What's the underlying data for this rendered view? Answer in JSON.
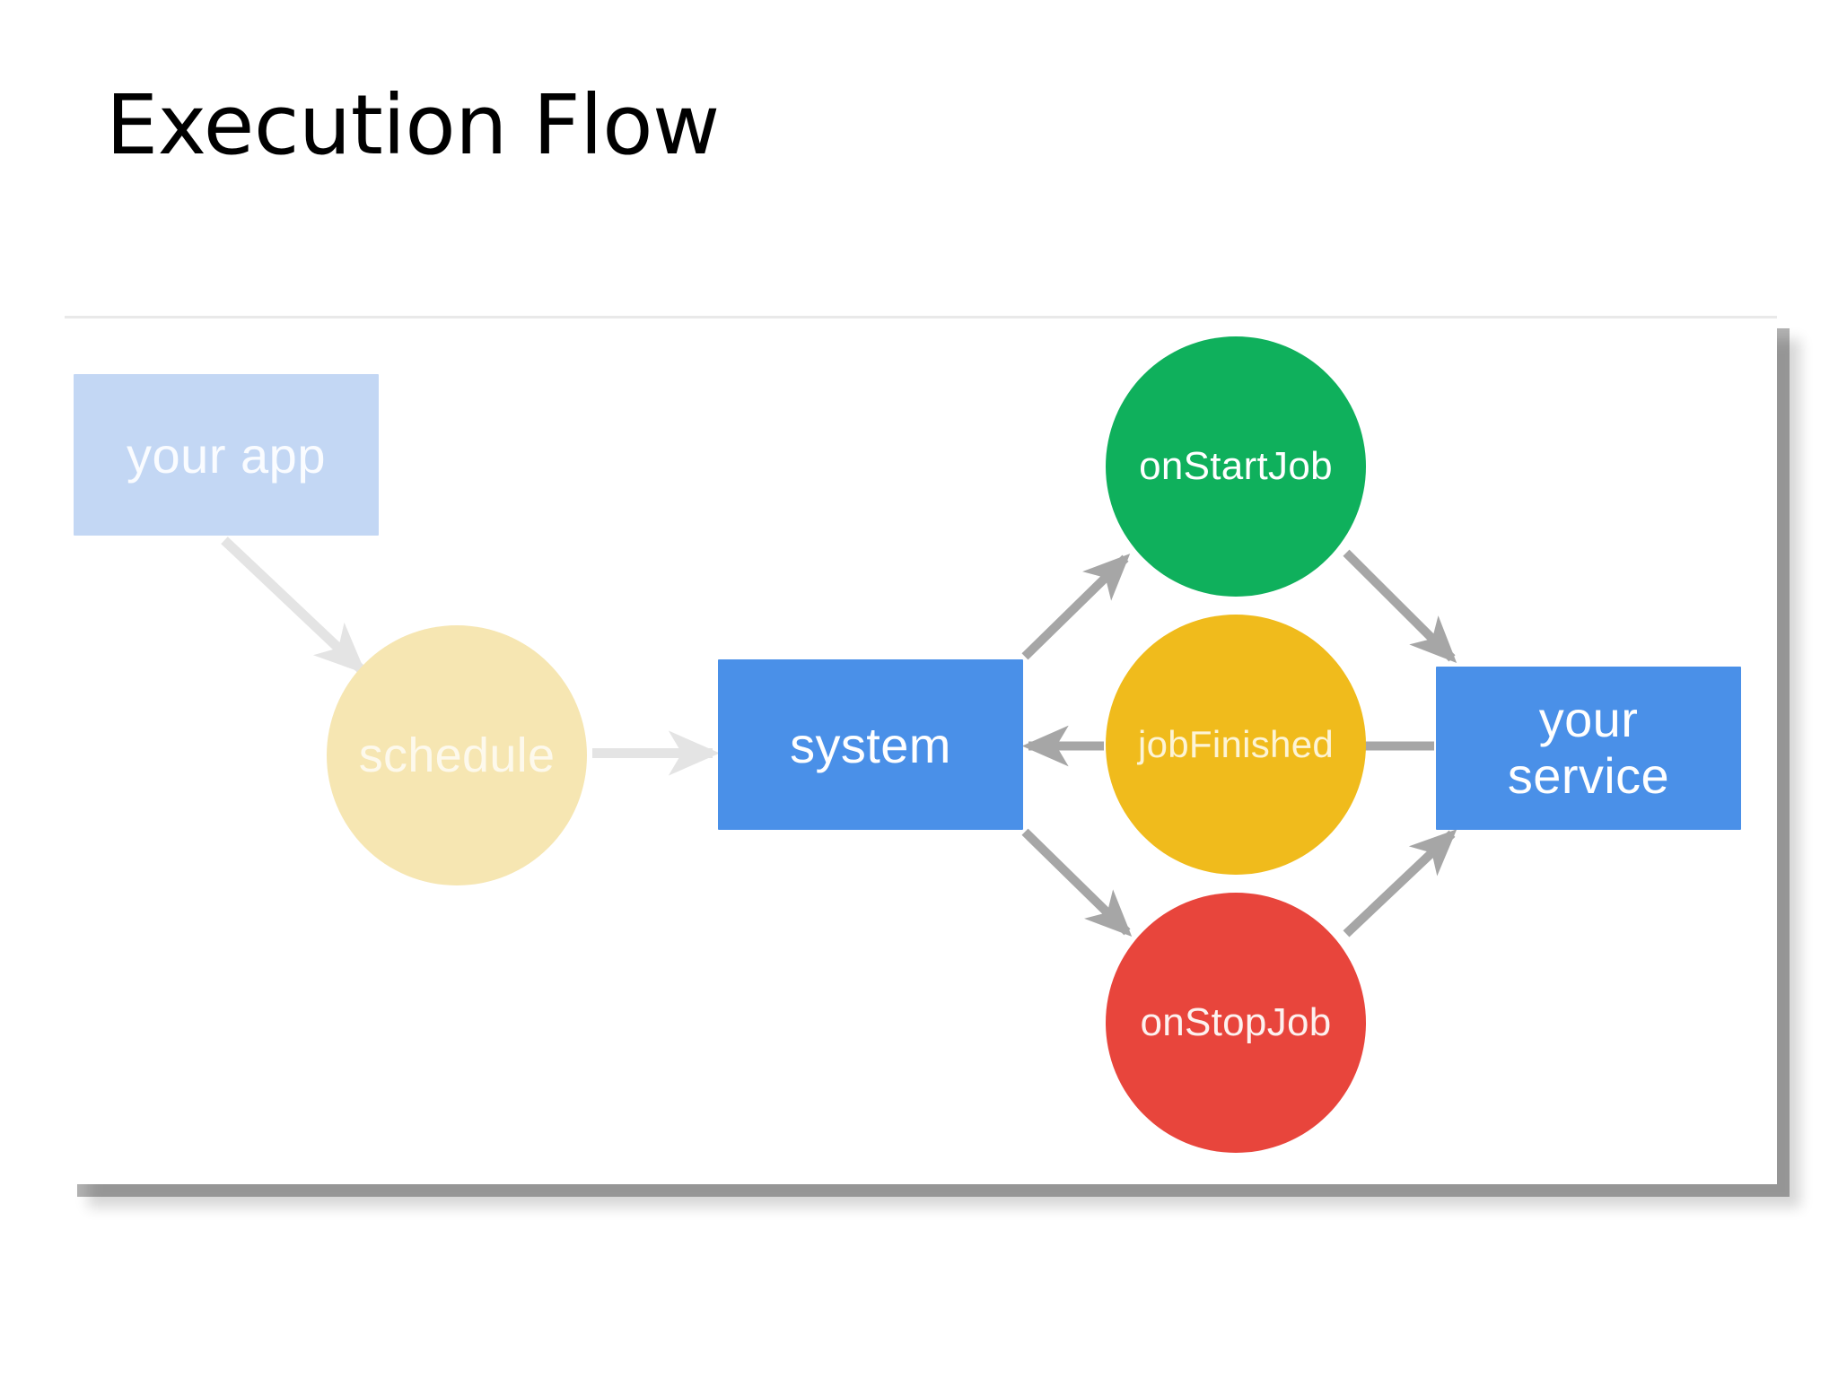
{
  "slide": {
    "title": "Execution Flow",
    "background_color": "#ffffff"
  },
  "figure": {
    "name": "execution-flow-diagram",
    "background_color": "#ffffff",
    "has_drop_shadow": true
  },
  "diagram": {
    "type": "flow-diagram",
    "nodes": [
      {
        "id": "your-app",
        "label": "your app",
        "shape": "rectangle",
        "fill": "#c3d7f4",
        "text_color": "#fafcff"
      },
      {
        "id": "schedule",
        "label": "schedule",
        "shape": "circle",
        "fill": "#f6e6b2",
        "text_color": "#fdf9ec"
      },
      {
        "id": "system",
        "label": "system",
        "shape": "rectangle",
        "fill": "#4a90e8",
        "text_color": "#ffffff"
      },
      {
        "id": "on-start-job",
        "label": "onStartJob",
        "shape": "circle",
        "fill": "#0fb05c",
        "text_color": "#ffffff"
      },
      {
        "id": "job-finished",
        "label": "jobFinished",
        "shape": "circle",
        "fill": "#f0bb1c",
        "text_color": "#fdf4d6"
      },
      {
        "id": "on-stop-job",
        "label": "onStopJob",
        "shape": "circle",
        "fill": "#e8453c",
        "text_color": "#fdf1ef"
      },
      {
        "id": "your-service",
        "label_line1": "your",
        "label_line2": "service",
        "shape": "rectangle",
        "fill": "#4a90e8",
        "text_color": "#ffffff"
      }
    ],
    "edges": [
      {
        "id": "edge-your-app-to-schedule",
        "from": "your-app",
        "to": "schedule",
        "arrow": true,
        "color": "#e4e4e4"
      },
      {
        "id": "edge-schedule-to-system",
        "from": "schedule",
        "to": "system",
        "arrow": true,
        "color": "#e4e4e4"
      },
      {
        "id": "edge-system-to-on-start-job",
        "from": "system",
        "to": "on-start-job",
        "arrow": true,
        "color": "#a6a6a6"
      },
      {
        "id": "edge-system-to-on-stop-job",
        "from": "system",
        "to": "on-stop-job",
        "arrow": true,
        "color": "#a6a6a6"
      },
      {
        "id": "edge-on-start-job-to-your-service",
        "from": "on-start-job",
        "to": "your-service",
        "arrow": true,
        "color": "#a6a6a6"
      },
      {
        "id": "edge-on-stop-job-to-your-service",
        "from": "on-stop-job",
        "to": "your-service",
        "arrow": true,
        "color": "#a6a6a6"
      },
      {
        "id": "edge-your-service-to-job-finished",
        "from": "your-service",
        "to": "job-finished",
        "arrow": false,
        "color": "#a6a6a6"
      },
      {
        "id": "edge-job-finished-to-system",
        "from": "job-finished",
        "to": "system",
        "arrow": true,
        "color": "#a6a6a6"
      }
    ]
  }
}
